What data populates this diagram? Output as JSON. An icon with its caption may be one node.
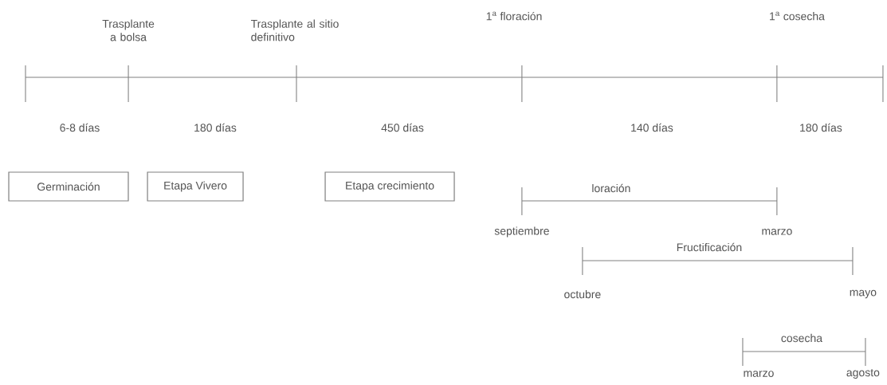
{
  "diagram": {
    "nodes": [
      {
        "text": [
          "Germinación"
        ]
      },
      {
        "text": [
          "Etapa Vivero"
        ]
      },
      {
        "text": [
          "Etapa crecimiento"
        ]
      }
    ],
    "labels": [
      "Trasplante a bolsa",
      "Trasplante al sitio definitivo",
      "1$^{a}$ floración",
      "1$^{a}$ cosecha",
      "6-8 días",
      "180 días",
      "450 días",
      "140 días",
      "180 días",
      "loración",
      "septiembre",
      "marzo",
      "Fructificación",
      "octubre",
      "mayo",
      "cosecha",
      "marzo",
      "agosto"
    ]
  }
}
